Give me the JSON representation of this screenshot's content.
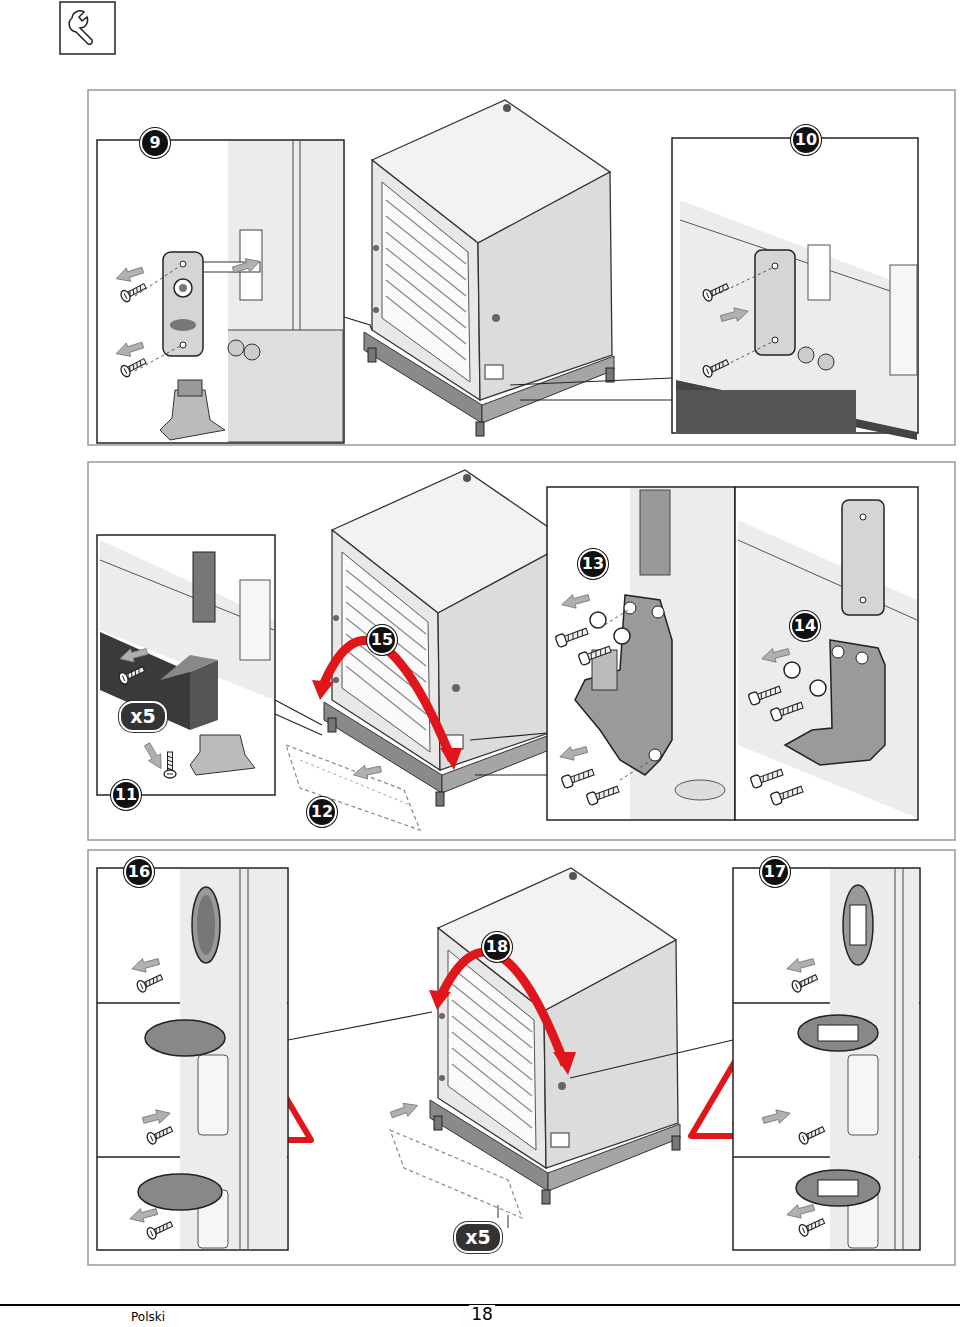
{
  "diagram": {
    "labels": [
      "9",
      "10",
      "11",
      "12",
      "13",
      "14",
      "15",
      "16",
      "17",
      "18",
      "x5",
      "x5",
      "Polski",
      "18"
    ]
  }
}
